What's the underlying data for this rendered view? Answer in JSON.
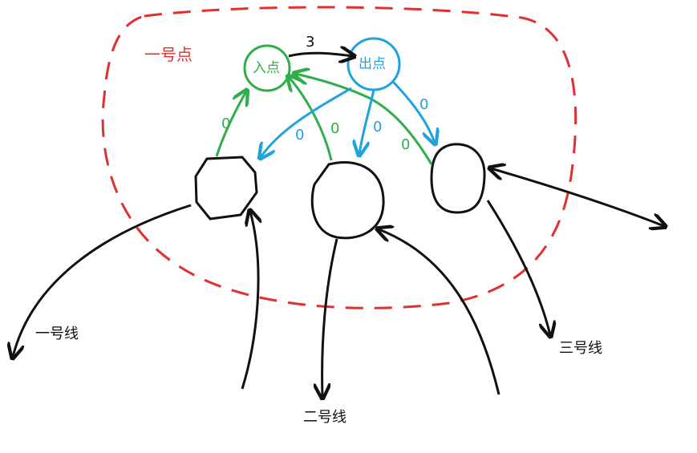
{
  "region_label": "一号点",
  "in_node": "入点",
  "out_node": "出点",
  "edge_in_out_weight": "3",
  "green_edge_weights": [
    "0",
    "0",
    "0"
  ],
  "blue_edge_weights": [
    "0",
    "0",
    "0"
  ],
  "line_labels": [
    "一号线",
    "二号线",
    "三号线"
  ],
  "colors": {
    "region_border": "#e03030",
    "green": "#2fae4a",
    "blue": "#1fa3dc",
    "black": "#111111"
  }
}
